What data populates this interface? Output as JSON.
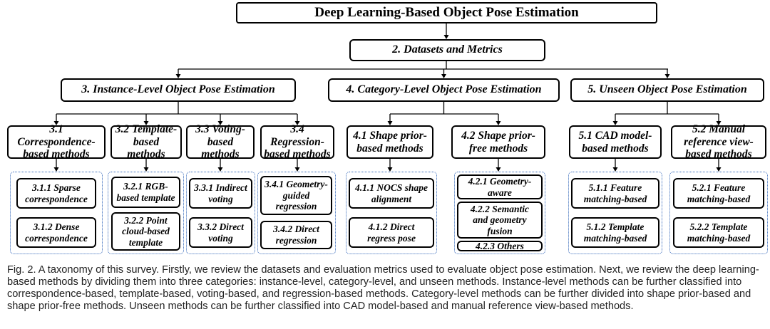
{
  "diagram": {
    "title": "Deep Learning-Based Object Pose Estimation",
    "datasets": "2. Datasets and Metrics",
    "branches": [
      {
        "label": "3. Instance-Level Object Pose Estimation",
        "methods": [
          {
            "label": "3.1 Correspondence-\nbased methods",
            "items": [
              "3.1.1 Sparse\ncorrespondence",
              "3.1.2 Dense\ncorrespondence"
            ]
          },
          {
            "label": "3.2 Template-\nbased methods",
            "items": [
              "3.2.1 RGB-\nbased template",
              "3.2.2 Point\ncloud-based\ntemplate"
            ]
          },
          {
            "label": "3.3 Voting-\nbased methods",
            "items": [
              "3.3.1 Indirect\nvoting",
              "3.3.2 Direct\nvoting"
            ]
          },
          {
            "label": "3.4 Regression-\nbased methods",
            "items": [
              "3.4.1 Geometry-\nguided\nregression",
              "3.4.2 Direct\nregression"
            ]
          }
        ]
      },
      {
        "label": "4. Category-Level Object Pose Estimation",
        "methods": [
          {
            "label": "4.1 Shape prior-\nbased methods",
            "items": [
              "4.1.1 NOCS shape\nalignment",
              "4.1.2 Direct\nregress pose"
            ]
          },
          {
            "label": "4.2 Shape prior-\nfree methods",
            "items": [
              "4.2.1 Geometry-\naware",
              "4.2.2 Semantic\nand geometry\nfusion",
              "4.2.3 Others"
            ]
          }
        ]
      },
      {
        "label": "5. Unseen Object Pose Estimation",
        "methods": [
          {
            "label": "5.1 CAD model-\nbased methods",
            "items": [
              "5.1.1 Feature\nmatching-based",
              "5.1.2 Template\nmatching-based"
            ]
          },
          {
            "label": "5.2 Manual\nreference view-\nbased methods",
            "items": [
              "5.2.1 Feature\nmatching-based",
              "5.2.2 Template\nmatching-based"
            ]
          }
        ]
      }
    ]
  },
  "caption": "Fig. 2. A taxonomy of this survey. Firstly, we review the datasets and evaluation metrics used to evaluate object pose estimation. Next, we review the deep learning-based methods by dividing them into three categories: instance-level, category-level, and unseen methods. Instance-level methods can be further classified into correspondence-based, template-based, voting-based, and regression-based methods. Category-level methods can be further divided into shape prior-based and shape prior-free methods. Unseen methods can be further classified into CAD model-based and manual reference view-based methods.",
  "colors": {
    "line": "#000000",
    "group_border": "#2f63b8",
    "caption_text": "#222222"
  }
}
